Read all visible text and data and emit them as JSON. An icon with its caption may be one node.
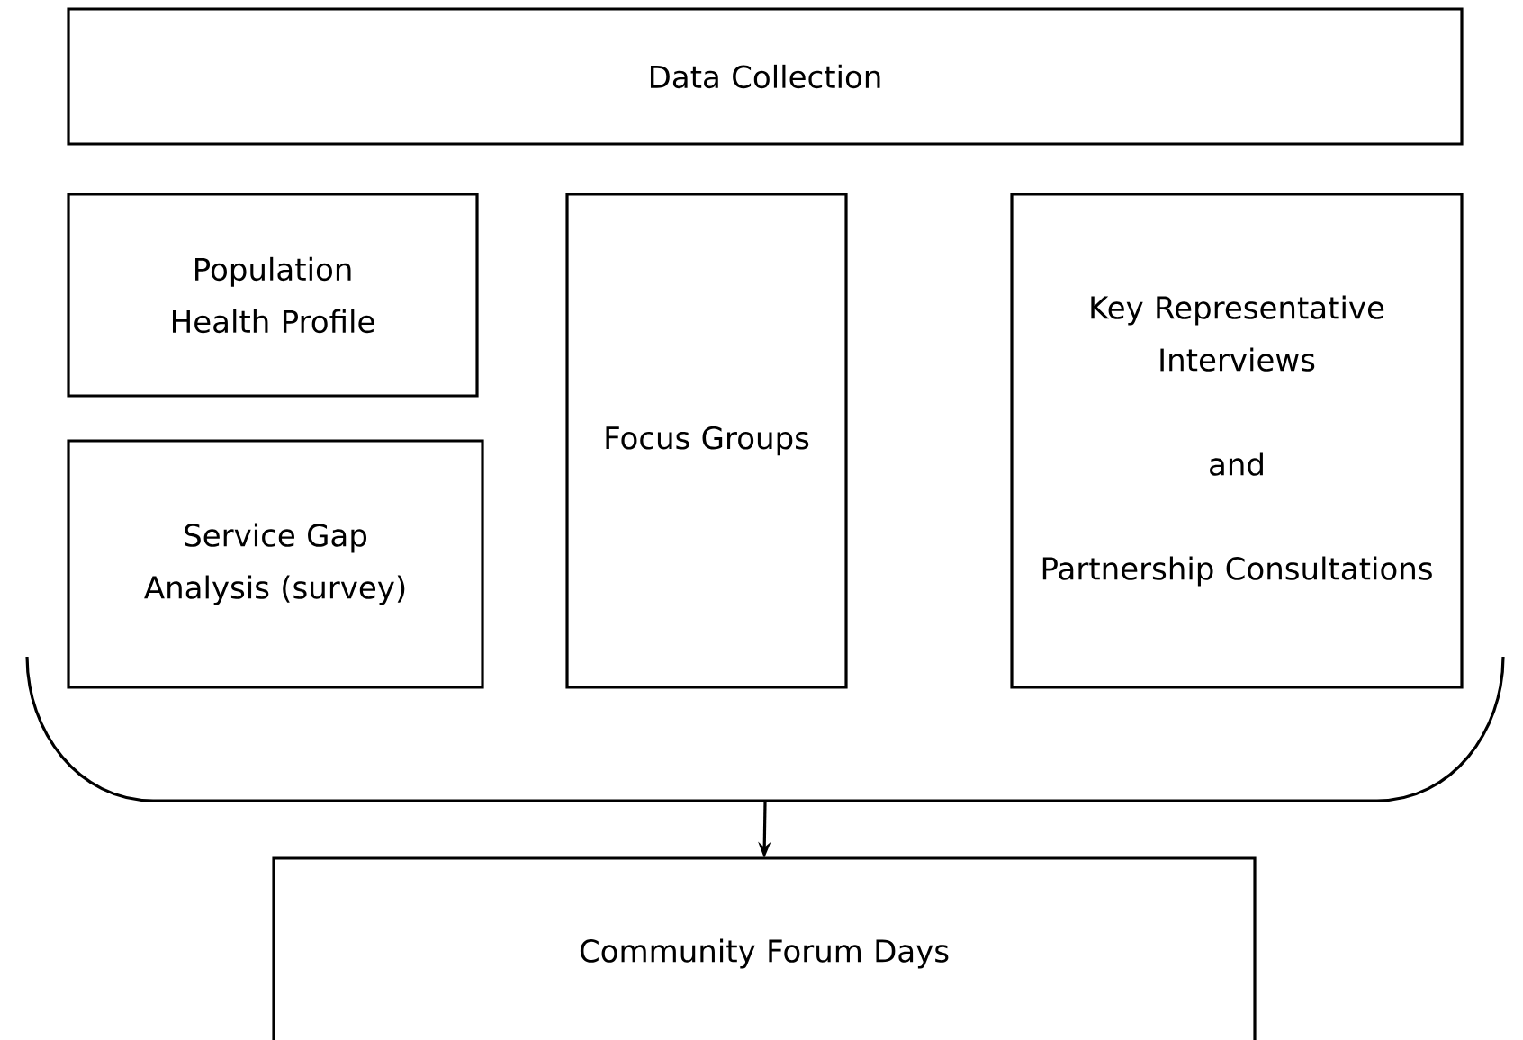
{
  "diagram": {
    "nodes": [
      {
        "text": [
          "Data Collection"
        ]
      },
      {
        "text": [
          "Population Health Profile"
        ]
      },
      {
        "text": [
          "Service Gap Analysis (survey)"
        ]
      },
      {
        "text": [
          "Focus Groups"
        ]
      },
      {
        "text": [
          "Key Representative Interviews",
          "and",
          "Partnership Consultations"
        ]
      },
      {
        "text": [],
        "shape": "bracket"
      },
      {
        "text": [
          "Community Forum Days"
        ]
      }
    ],
    "edges": [
      {
        "from": 5,
        "to": 6,
        "arrow": "to"
      }
    ]
  }
}
